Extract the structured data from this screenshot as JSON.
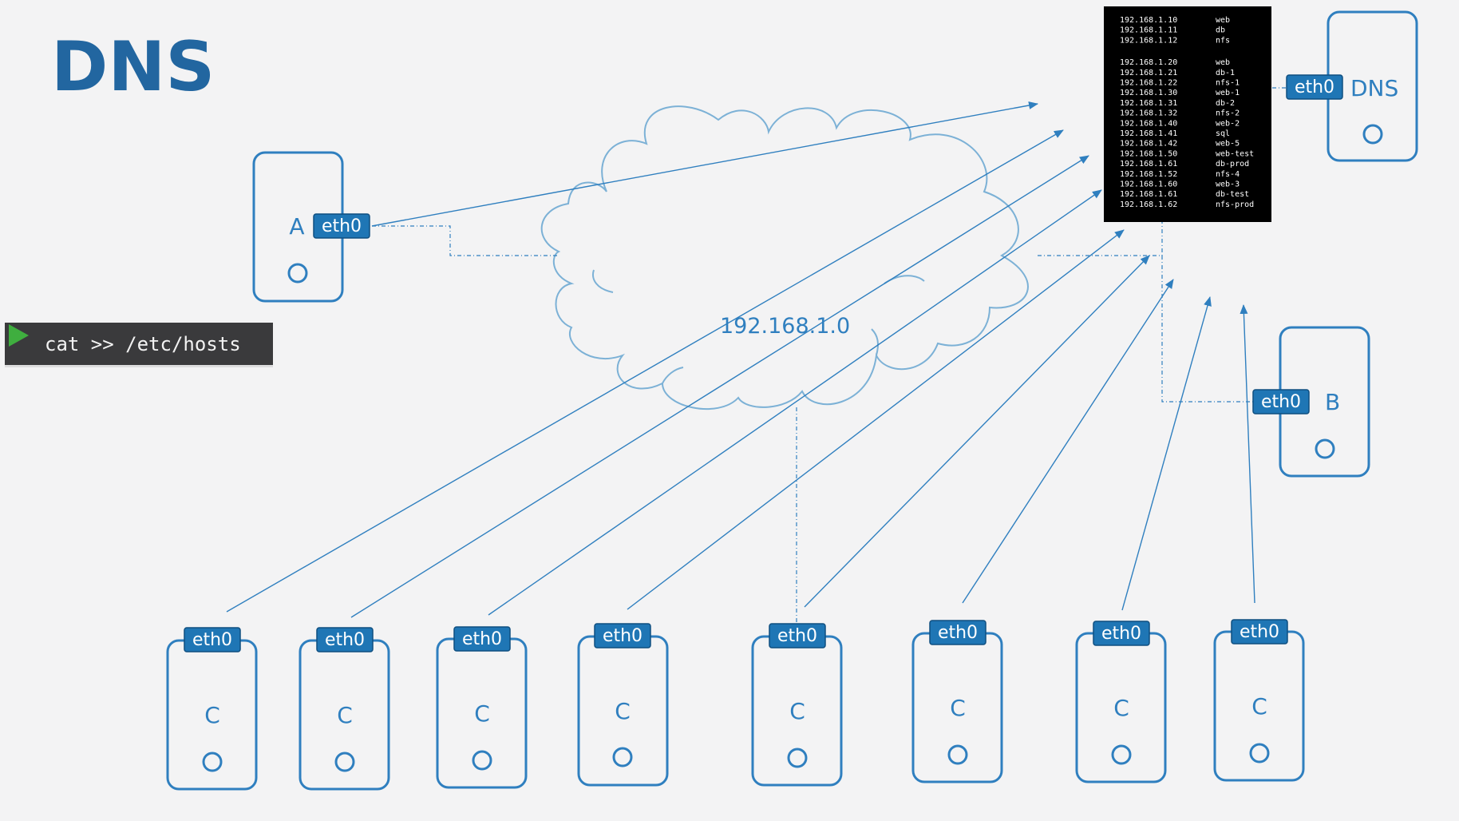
{
  "slide": {
    "title": "DNS"
  },
  "network": {
    "label": "192.168.1.0"
  },
  "terminal": {
    "command": "cat >> /etc/hosts",
    "prompt_icon": "play-triangle-icon",
    "prompt_color": "#3fae3f"
  },
  "colors": {
    "accent": "#2f7fbf",
    "title": "#2266a0",
    "eth_badge": "#1f76b5",
    "background": "#f3f3f4",
    "hosts_background": "#000000"
  },
  "nodes": {
    "a": {
      "letter": "A",
      "iface": "eth0"
    },
    "dns": {
      "letter": "DNS",
      "iface": "eth0"
    },
    "b": {
      "letter": "B",
      "iface": "eth0"
    },
    "clients": [
      {
        "letter": "C",
        "iface": "eth0"
      },
      {
        "letter": "C",
        "iface": "eth0"
      },
      {
        "letter": "C",
        "iface": "eth0"
      },
      {
        "letter": "C",
        "iface": "eth0"
      },
      {
        "letter": "C",
        "iface": "eth0"
      },
      {
        "letter": "C",
        "iface": "eth0"
      },
      {
        "letter": "C",
        "iface": "eth0"
      },
      {
        "letter": "C",
        "iface": "eth0"
      }
    ]
  },
  "hosts_file": {
    "entries": [
      {
        "ip": "192.168.1.10",
        "name": "web"
      },
      {
        "ip": "192.168.1.11",
        "name": "db"
      },
      {
        "ip": "192.168.1.12",
        "name": "nfs"
      },
      {
        "ip": "192.168.1.20",
        "name": "web"
      },
      {
        "ip": "192.168.1.21",
        "name": "db-1"
      },
      {
        "ip": "192.168.1.22",
        "name": "nfs-1"
      },
      {
        "ip": "192.168.1.30",
        "name": "web-1"
      },
      {
        "ip": "192.168.1.31",
        "name": "db-2"
      },
      {
        "ip": "192.168.1.32",
        "name": "nfs-2"
      },
      {
        "ip": "192.168.1.40",
        "name": "web-2"
      },
      {
        "ip": "192.168.1.41",
        "name": "sql"
      },
      {
        "ip": "192.168.1.42",
        "name": "web-5"
      },
      {
        "ip": "192.168.1.50",
        "name": "web-test"
      },
      {
        "ip": "192.168.1.61",
        "name": "db-prod"
      },
      {
        "ip": "192.168.1.52",
        "name": "nfs-4"
      },
      {
        "ip": "192.168.1.60",
        "name": "web-3"
      },
      {
        "ip": "192.168.1.61",
        "name": "db-test"
      },
      {
        "ip": "192.168.1.62",
        "name": "nfs-prod"
      }
    ]
  }
}
